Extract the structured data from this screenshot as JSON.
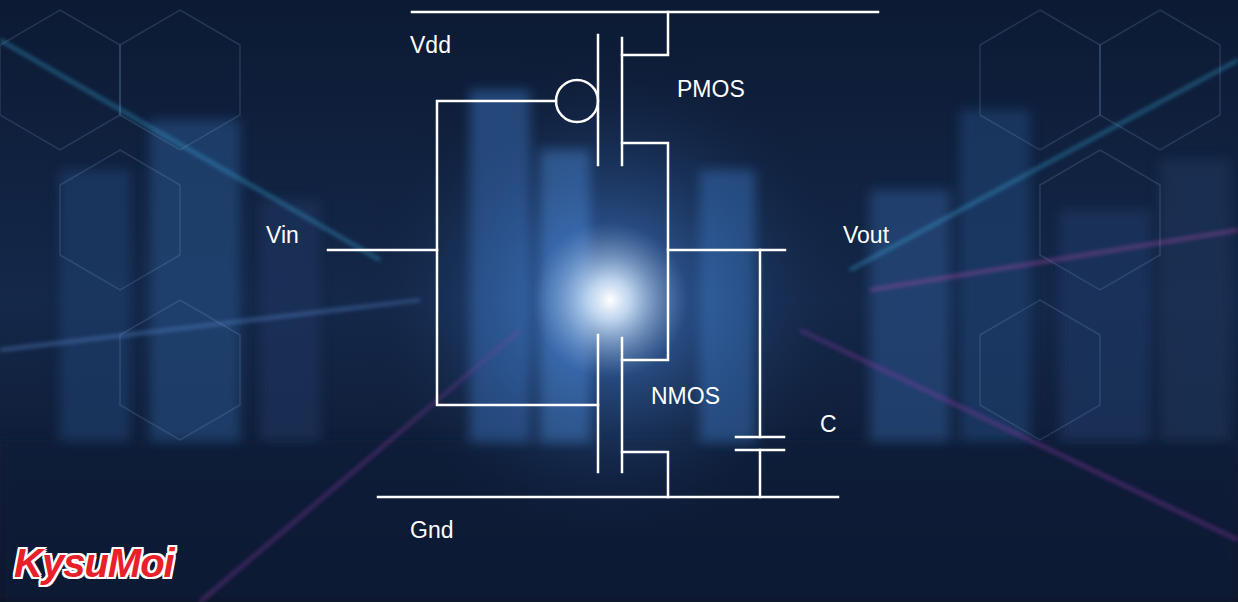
{
  "diagram": {
    "labels": [
      "Vdd",
      "PMOS",
      "Vin",
      "Vout",
      "NMOS",
      "C",
      "Gnd",
      "KysuMoi"
    ]
  }
}
